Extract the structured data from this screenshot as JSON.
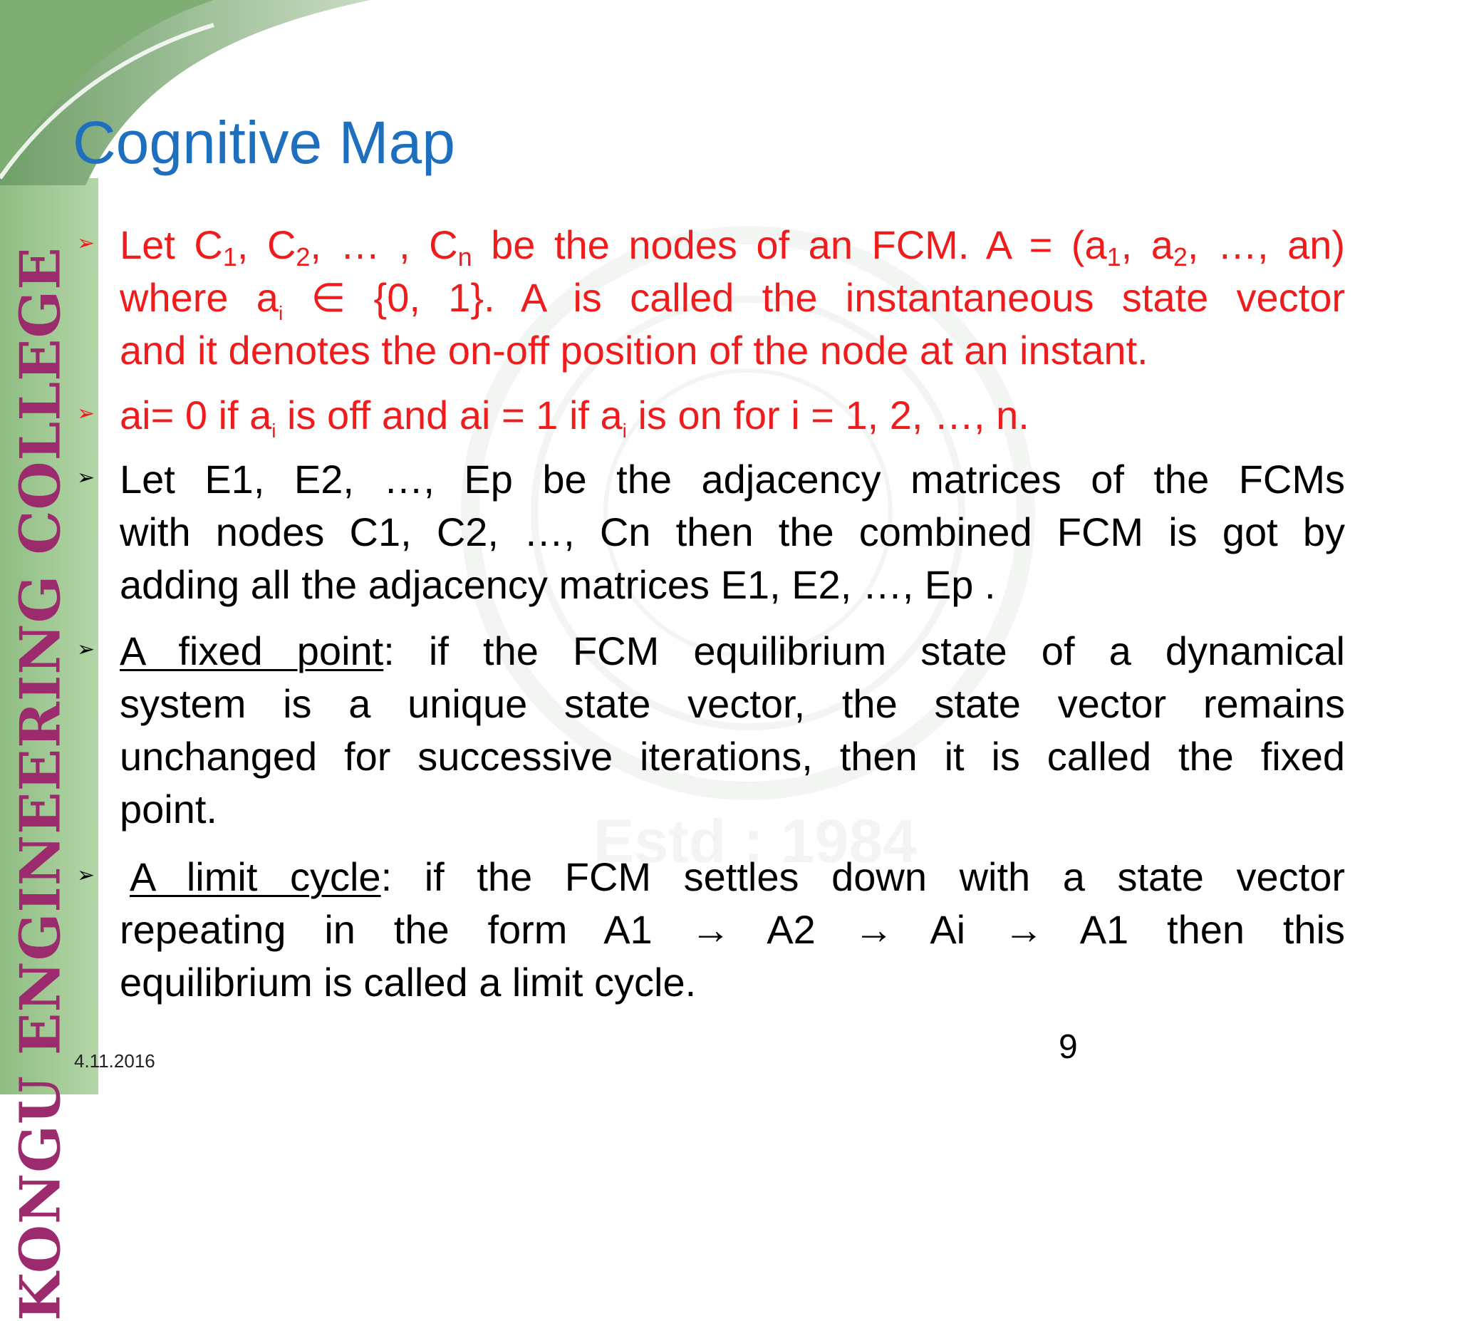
{
  "slide": {
    "title": "Cognitive Map",
    "side_title": "KONGU ENGINEERING COLLEGE",
    "watermark_text": "Estd : 1984",
    "page_number": "9",
    "date": "4.11.2016"
  },
  "bullets": [
    {
      "line1": {
        "t1": "Let C",
        "s1": "1",
        "t2": ", C",
        "s2": "2",
        "t3": ", … , C",
        "s3": "n",
        "t4": " be the nodes of an FCM. A = (a",
        "s4": "1",
        "t5": ", a",
        "s5": "2",
        "t6": ", …, an)"
      },
      "line2": {
        "t1": "where a",
        "s1": "i",
        "t2": " ∈ {0, 1}. A is called the instantaneous state vector"
      },
      "line3": "and it denotes the on-off position of the node at an instant."
    },
    {
      "line1": {
        "t1": "ai= 0 if a",
        "s1": "i",
        "t2": " is off and ai = 1 if a",
        "s2": "i",
        "t3": " is on for i = 1, 2, …, n."
      }
    },
    {
      "line1": "Let E1, E2, …, Ep be the adjacency matrices of the FCMs",
      "line2": "with nodes C1, C2, …, Cn then the combined FCM is got by",
      "line3": "adding all the adjacency matrices E1, E2, …, Ep ."
    },
    {
      "term": "A fixed point",
      "line1_rest": ": if the FCM equilibrium state of a dynamical",
      "line2": "system is a unique state vector, the state vector remains",
      "line3": "unchanged for successive iterations, then it is called the fixed",
      "line4": "point."
    },
    {
      "term": "A limit cycle",
      "line1_rest": ": if the FCM settles down with a state vector",
      "line2": "repeating in the form A1 → A2 → Ai → A1 then this",
      "line3": "equilibrium is called a limit cycle."
    }
  ],
  "colors": {
    "title": "#1f6fbf",
    "red_text": "#ee1c1c",
    "body_text": "#000000",
    "side_title": "#9c2b6d",
    "left_band": "#a9cc9d"
  }
}
